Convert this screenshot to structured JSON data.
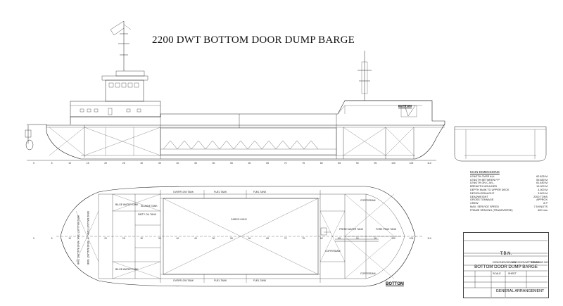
{
  "title": "2200 DWT BOTTOM DOOR DUMP BARGE",
  "labels": {
    "bottom": "BOTTOM",
    "top_deck": "BOTTOM"
  },
  "plan_tanks": {
    "overflow_tank_top": "OVERFLOW TANK",
    "fuel_tank_top_1": "FUEL TANK",
    "fuel_tank_top_2": "FUEL TANK",
    "ballast_water_tank_top": "BILGE WATER TANK",
    "dirty_oil_tank": "DIRTY OIL TANK",
    "sludge_tank": "SLUDGE TANK",
    "cargo_hold": "CARGO HOLD",
    "cofferdam_top": "COFFERDAM",
    "cofferdam_mid": "COFFERDAM",
    "cofferdam_bot": "COFFERDAM",
    "fresh_water_tank": "FRESH WATER TANK",
    "fore_peak_tank": "FORE PEAK TANK",
    "ballast_water_tank_bot": "BILGE WATER TANK",
    "fuel_tank_bot_1": "FUEL TANK",
    "fuel_tank_bot_2": "FUEL TANK",
    "overflow_tank_bot": "OVERFLOW TANK",
    "aft_peak_1": "WING BALLAST TANK",
    "aft_peak_2": "WING BALLAST TANK",
    "aft_peak_3": "WING BALLAST TANK",
    "aft_peak_4": "WING BALLAST TANK"
  },
  "frames": [
    "0",
    "5",
    "10",
    "15",
    "20",
    "25",
    "30",
    "35",
    "40",
    "45",
    "50",
    "55",
    "60",
    "65",
    "70",
    "75",
    "80",
    "85",
    "90",
    "95",
    "100",
    "105",
    "110"
  ],
  "dimensions": {
    "heading": "MAIN DIMENSIONS",
    "rows": [
      {
        "k": "LENGTH OVER ALL",
        "v": "62.825  M"
      },
      {
        "k": "LENGTH BETWEEN P.P",
        "v": "59.680  M"
      },
      {
        "k": "LENGTH ON C.W.L.",
        "v": "61.480  M"
      },
      {
        "k": "BREADTH MOULDED",
        "v": "13.000  M"
      },
      {
        "k": "DEPTH MAIN TO UPPER DECK",
        "v": "4.300  M"
      },
      {
        "k": "DESIGN DRAUGHT",
        "v": "3.500  M"
      },
      {
        "k": "DEADWEIGHT",
        "v": "2200  TONS"
      },
      {
        "k": "GROSS TONNAGE",
        "v": "APPROX"
      },
      {
        "k": "CREW",
        "v": "8  P"
      },
      {
        "k": "MAX. SERVICE SPEED",
        "v": "7.5  KNOTS"
      },
      {
        "k": "FRAME SPACING (TRANSVERSE)",
        "v": "600  mm"
      }
    ]
  },
  "title_block": {
    "owner": "T.B.N.",
    "project": "BOTTOM DOOR DUMP BARGE",
    "drawing": "GENERAL ARRANGEMENT",
    "hdr1": "DESIGNED/DRAWN",
    "hdr2": "CHECKED/APPROVED",
    "hdr3": "DRAWING NO.",
    "scale_lbl": "SCALE",
    "sheet_lbl": "SHEET"
  }
}
